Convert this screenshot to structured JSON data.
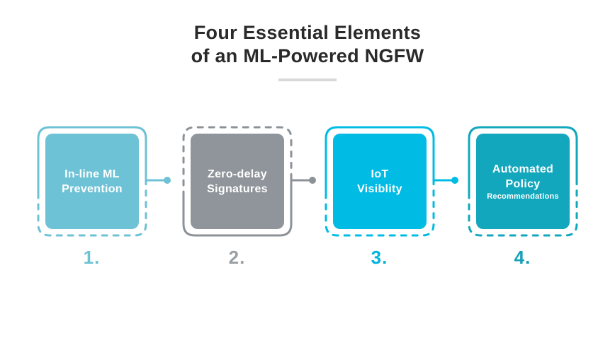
{
  "title": {
    "line1": "Four Essential Elements",
    "line2": "of an ML-Powered NGFW"
  },
  "title_color": "#2a2a2a",
  "divider_color": "#d9d9d9",
  "elements": [
    {
      "number": "1.",
      "line1": "In-line ML",
      "line2": "Prevention",
      "fill": "#6ec2d5",
      "border": "#6ec2d5",
      "number_color": "#6ec2d5",
      "has_connector": "true"
    },
    {
      "number": "2.",
      "line1": "Zero-delay",
      "line2": "Signatures",
      "fill": "#90959b",
      "border": "#8d9297",
      "number_color": "#9a9fa3",
      "has_connector": "true"
    },
    {
      "number": "3.",
      "line1": "IoT",
      "line2": "Visiblity",
      "fill": "#00bce4",
      "border": "#00bce4",
      "number_color": "#00b5dd",
      "has_connector": "true"
    },
    {
      "number": "4.",
      "line1": "Automated",
      "line2": "Policy",
      "subtitle": "Recommendations",
      "fill": "#12a7bd",
      "border": "#12a7bd",
      "number_color": "#13a0b8",
      "has_connector": "false"
    }
  ]
}
